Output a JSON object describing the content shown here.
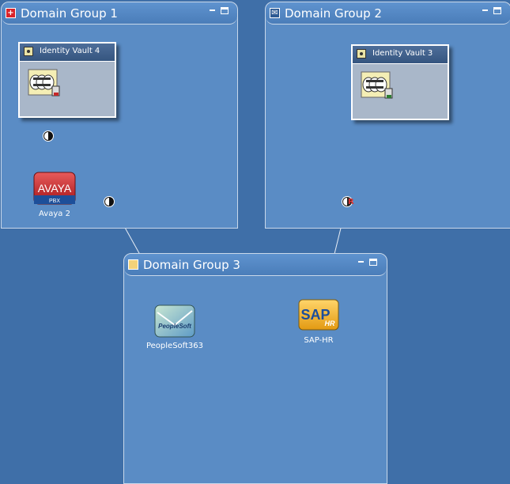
{
  "groups": [
    {
      "title": "Domain Group 1",
      "icon": "red-cross-icon"
    },
    {
      "title": "Domain Group 2",
      "icon": "envelope-icon"
    },
    {
      "title": "Domain Group 3",
      "icon": "yellow-folder-icon"
    }
  ],
  "vaults": [
    {
      "title": "Identity Vault 4"
    },
    {
      "title": "Identity Vault 3"
    }
  ],
  "apps": {
    "avaya": {
      "label": "Avaya 2",
      "logo_text": "AVAYA",
      "logo_sub": "PBX"
    },
    "peoplesoft": {
      "label": "PeopleSoft363",
      "logo_text": "PeopleSoft"
    },
    "sap": {
      "label": "SAP-HR",
      "logo_text": "SAP",
      "logo_sub": "HR"
    }
  },
  "connectors": {
    "r_letter": "R"
  },
  "colors": {
    "background": "#3f6fa8",
    "group_fill": "#5a8cc5",
    "avaya_red": "#c8282e",
    "sap_gold": "#f1a820",
    "sap_blue": "#1a4d9c"
  }
}
